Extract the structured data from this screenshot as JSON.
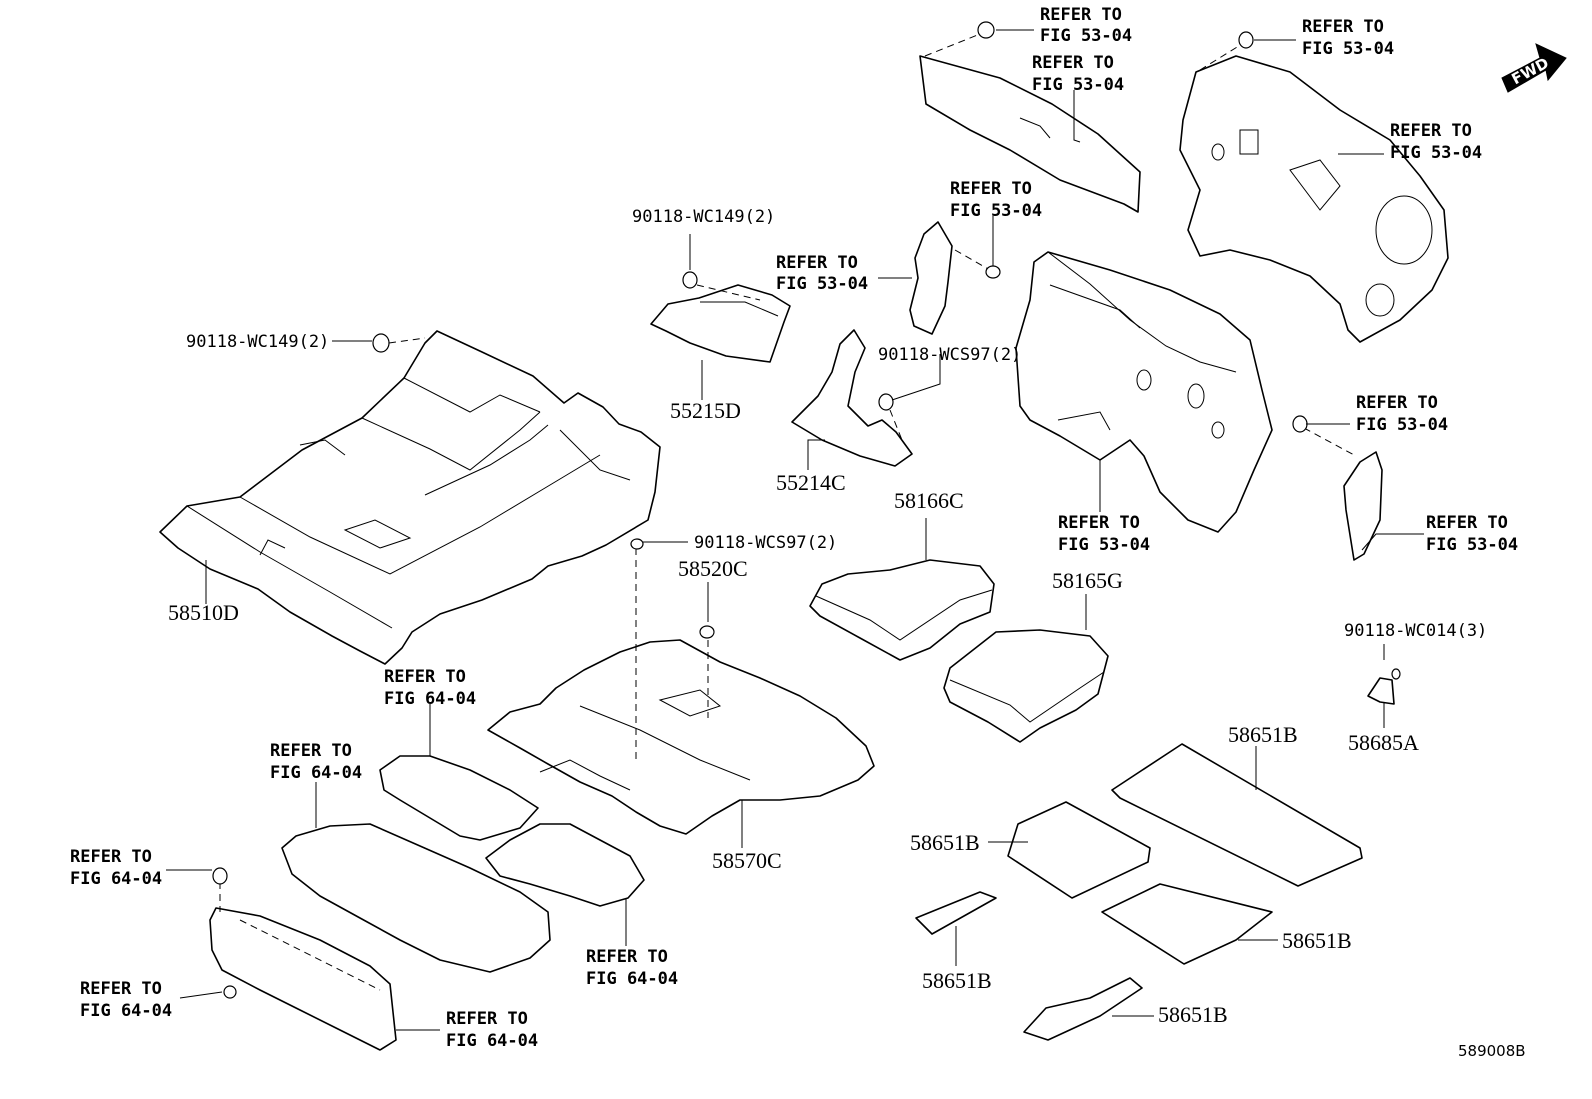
{
  "fwd_label": "FWD",
  "diagram_code": "589008B",
  "part_numbers": {
    "p58510D": "58510D",
    "p55215D": "55215D",
    "p55214C": "55214C",
    "p58166C": "58166C",
    "p58165G": "58165G",
    "p58520C": "58520C",
    "p58570C": "58570C",
    "p58685A": "58685A",
    "p58651B_a": "58651B",
    "p58651B_b": "58651B",
    "p58651B_c": "58651B",
    "p58651B_d": "58651B",
    "p58651B_e": "58651B"
  },
  "fasteners": {
    "wc149_left": "90118-WC149(2)",
    "wc149_top": "90118-WC149(2)",
    "wcs97_mid": "90118-WCS97(2)",
    "wcs97_low": "90118-WCS97(2)",
    "wc014": "90118-WC014(3)"
  },
  "refer": {
    "line1": "REFER TO",
    "fig53": "FIG 53-04",
    "fig64": "FIG 64-04"
  }
}
